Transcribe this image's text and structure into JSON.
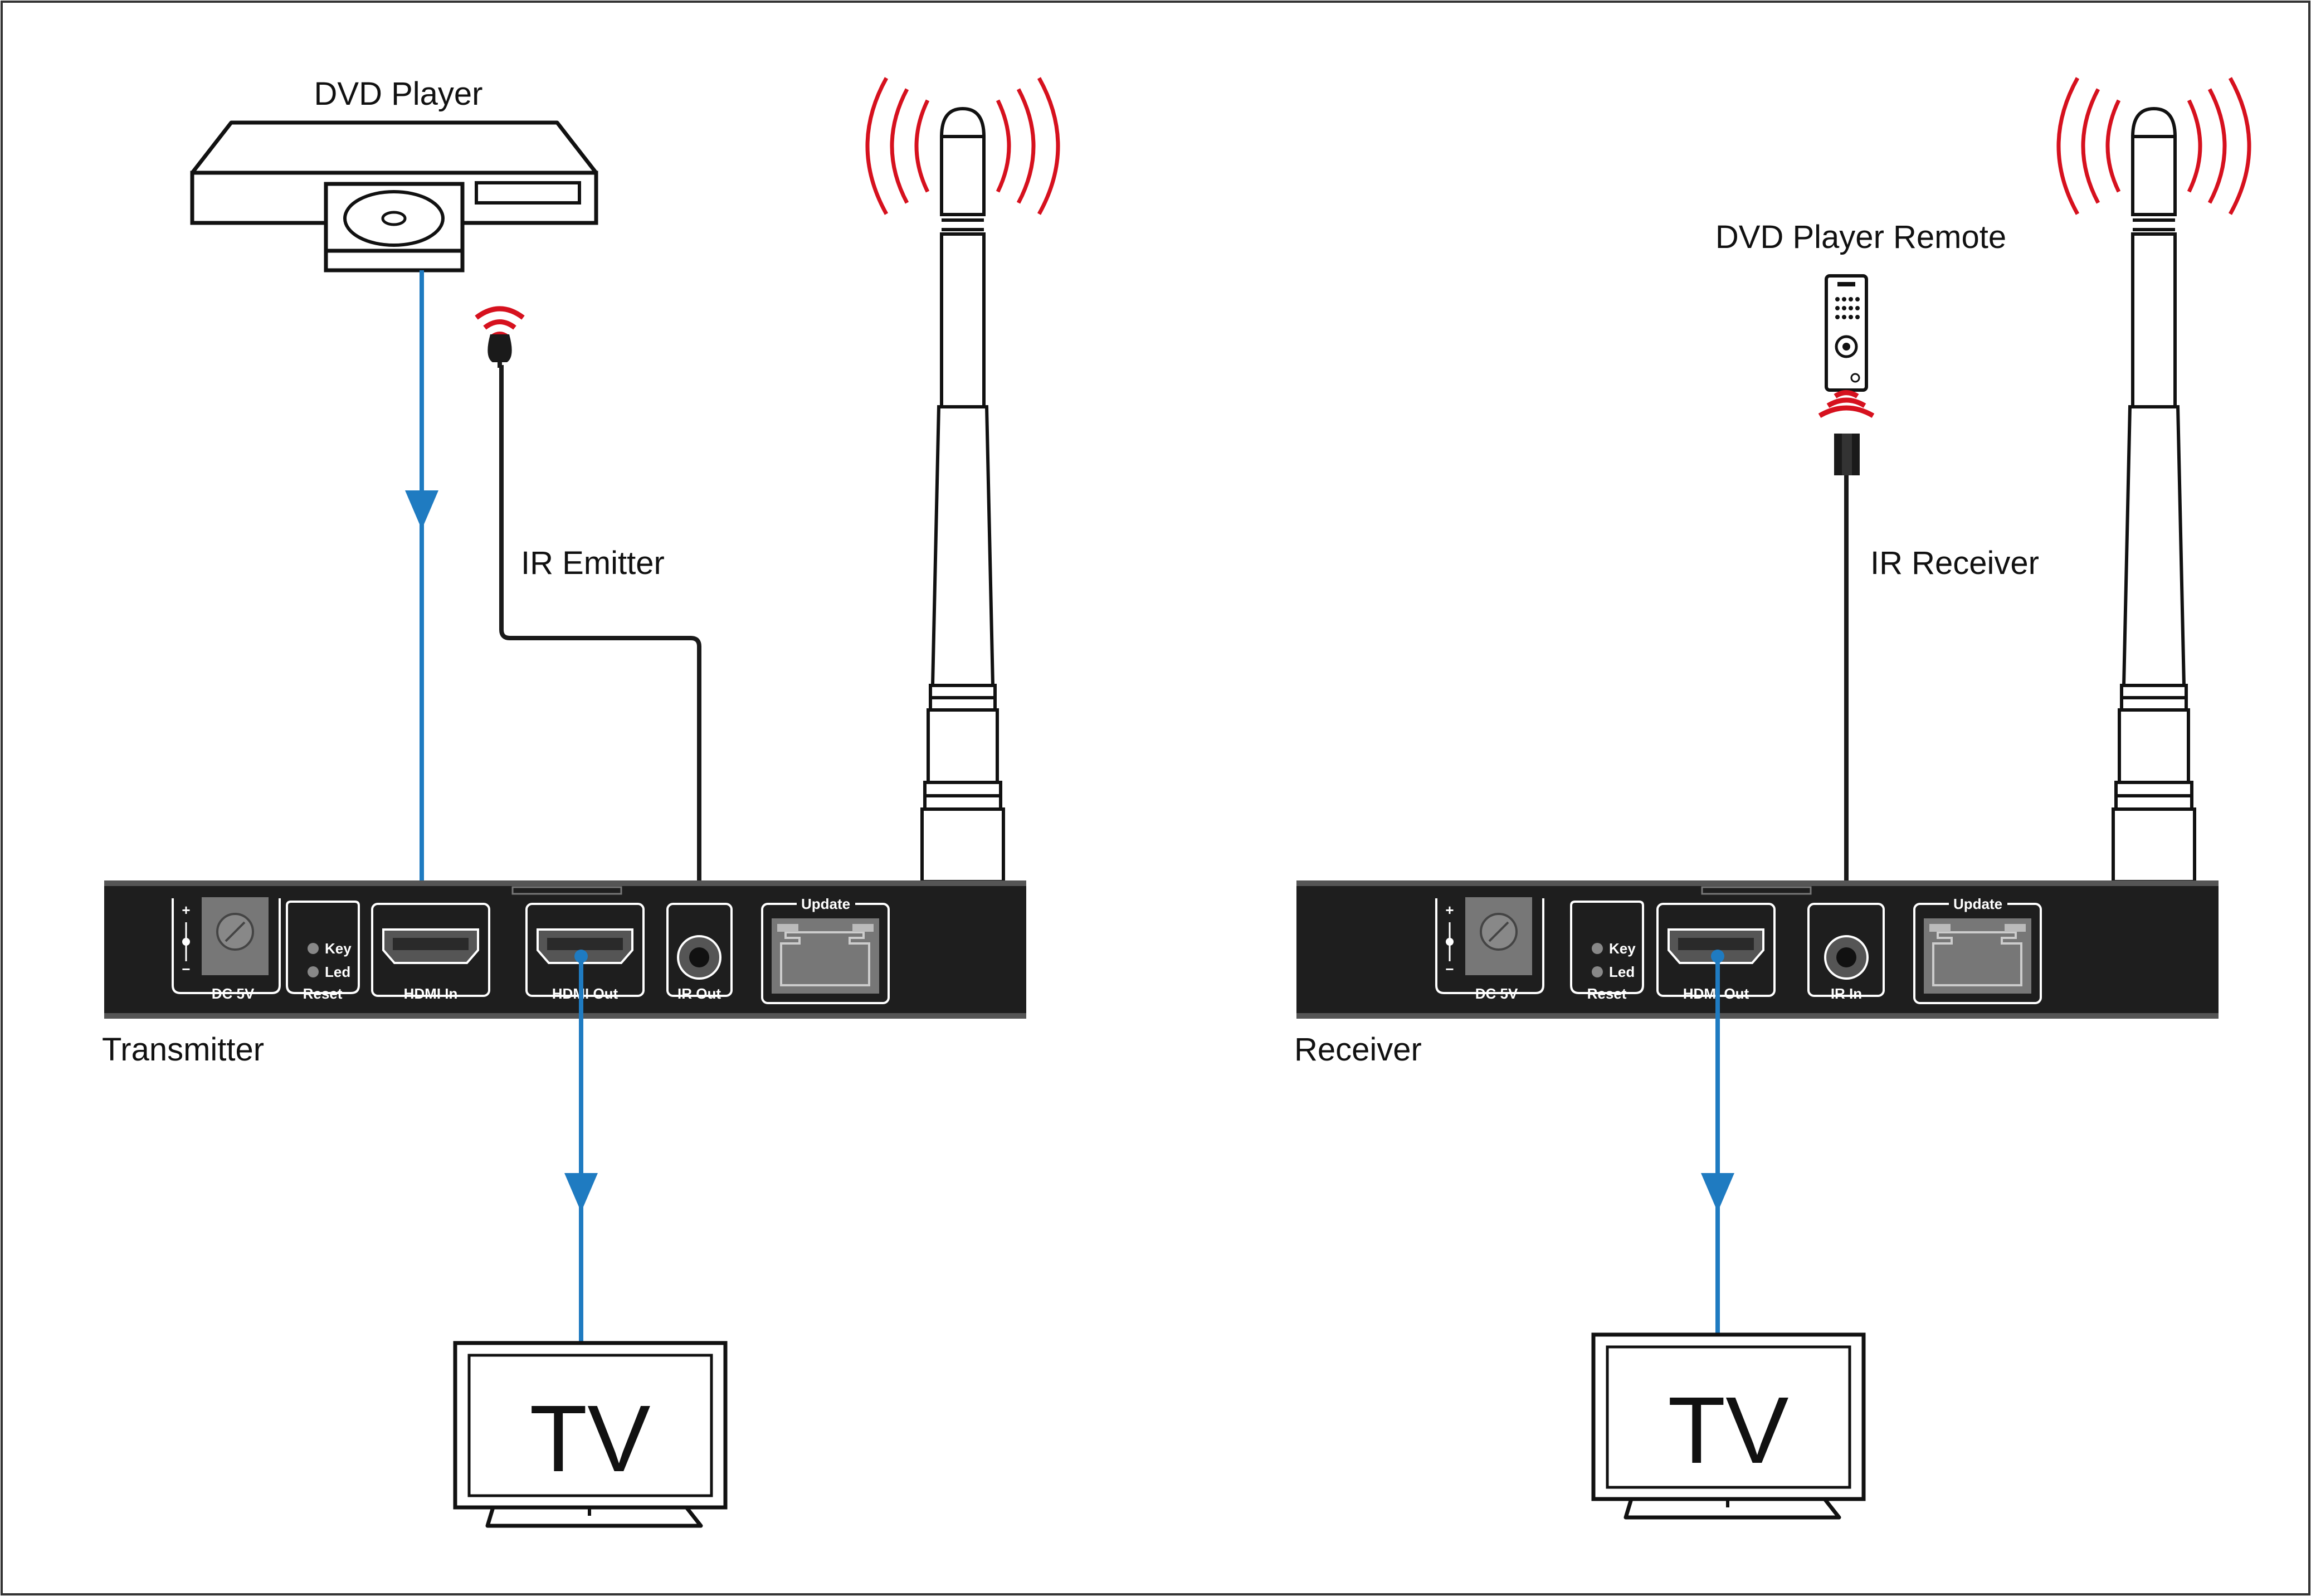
{
  "labels": {
    "dvd_player": "DVD Player",
    "ir_emitter": "IR Emitter",
    "transmitter": "Transmitter",
    "dvd_remote": "DVD Player Remote",
    "ir_receiver": "IR Receiver",
    "receiver": "Receiver",
    "tv": "TV"
  },
  "transmitter_panel": {
    "dc": "DC 5V",
    "plus": "+",
    "minus": "−",
    "key": "Key",
    "led": "Led",
    "reset": "Reset",
    "hdmi_in": "HDMI In",
    "hdmi_out": "HDMI Out",
    "ir": "IR Out",
    "update": "Update"
  },
  "receiver_panel": {
    "dc": "DC 5V",
    "plus": "+",
    "minus": "−",
    "key": "Key",
    "led": "Led",
    "reset": "Reset",
    "hdmi_out": "HDMI Out",
    "ir": "IR In",
    "update": "Update"
  },
  "colors": {
    "hdmi_line": "#1f7bc1",
    "ir_cable": "#1a1a1a",
    "wave": "#d6111e",
    "device_body": "#1e1e1e"
  }
}
